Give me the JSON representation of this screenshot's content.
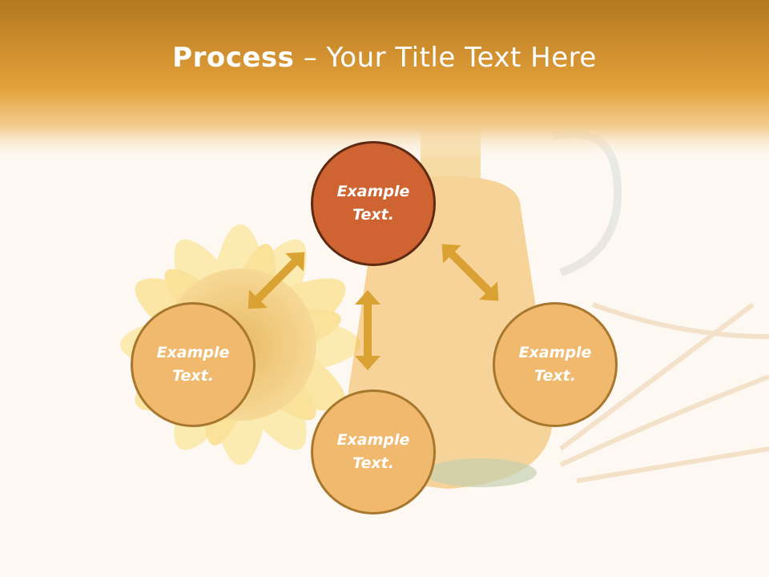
{
  "title": {
    "bold": "Process",
    "dash": " – ",
    "rest": "Your Title Text Here"
  },
  "nodes": {
    "top": {
      "line1": "Example",
      "line2": "Text."
    },
    "left": {
      "line1": "Example",
      "line2": "Text."
    },
    "bottom": {
      "line1": "Example",
      "line2": "Text."
    },
    "right": {
      "line1": "Example",
      "line2": "Text."
    }
  },
  "colors": {
    "header": "#e4a236",
    "main_node": "#cf6432",
    "sub_node": "#f0b96d",
    "arrow": "#d9a232"
  }
}
